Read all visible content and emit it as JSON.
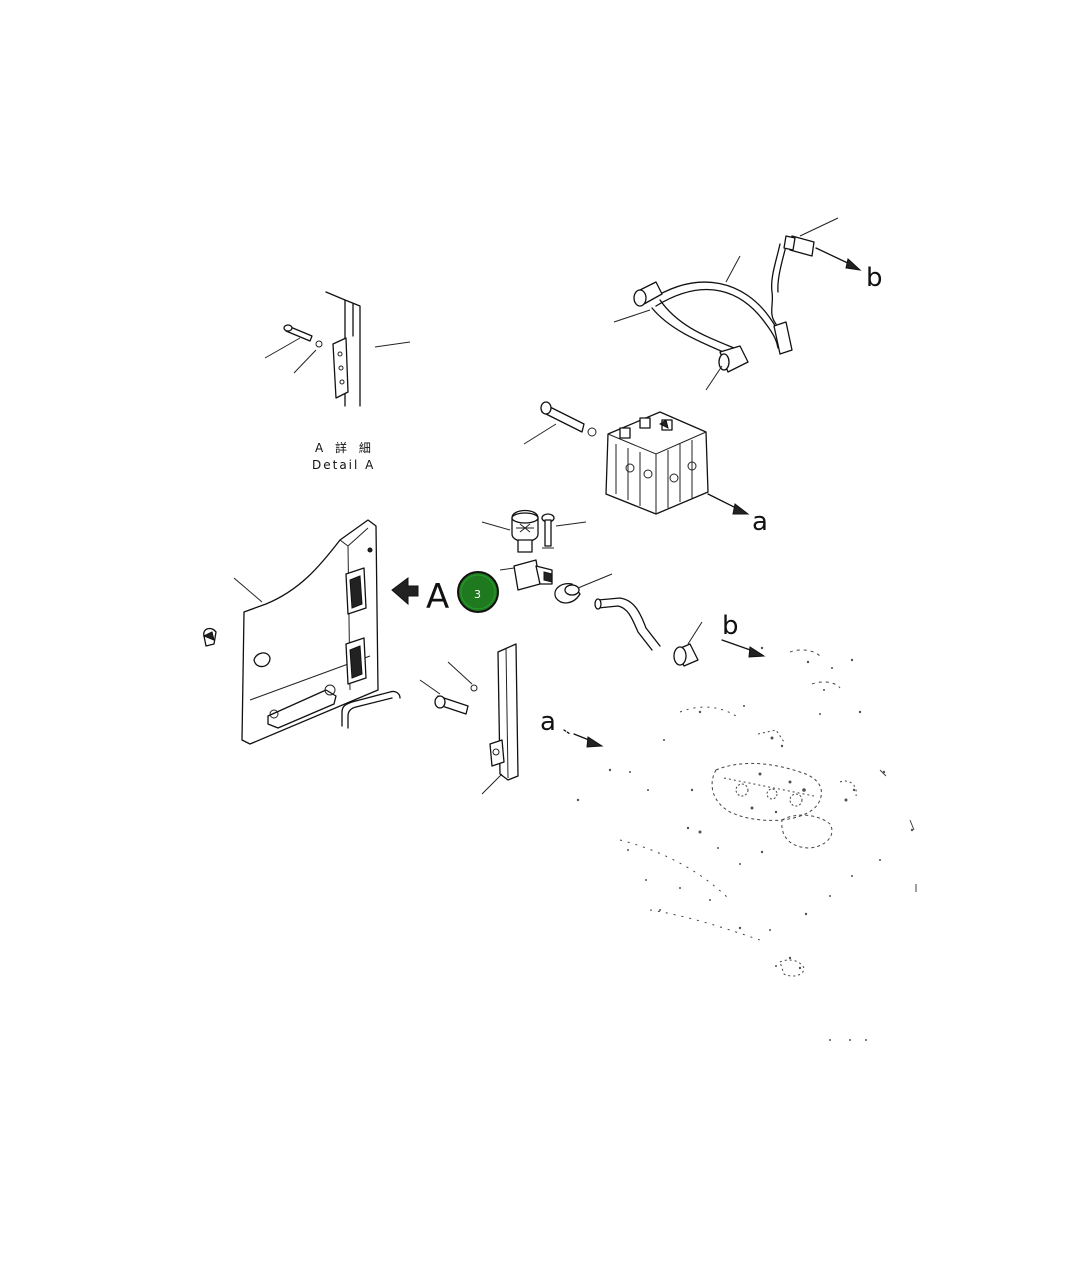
{
  "labels": {
    "view_a": "A",
    "detail_jp": "A 詳 細",
    "detail_en": "Detail A",
    "connector_b_top": "b",
    "connector_a_mid": "a",
    "connector_b_mid": "b",
    "connector_a_low": "a"
  },
  "callout": {
    "number": "3",
    "color": "#1f7a1f"
  }
}
